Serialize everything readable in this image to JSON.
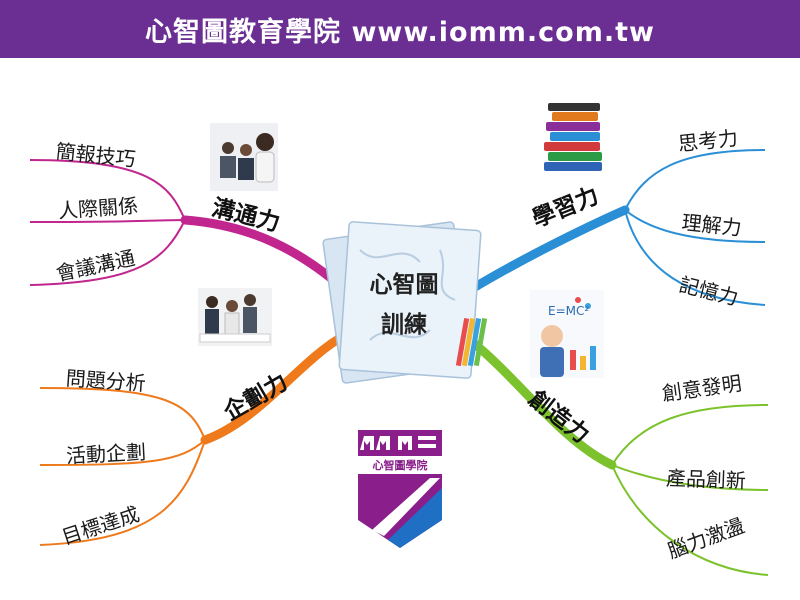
{
  "header": {
    "title": "心智圖教育學院 www.iomm.com.tw"
  },
  "center": {
    "line1": "心智圖",
    "line2": "訓練"
  },
  "branches": {
    "communication": {
      "label": "溝通力",
      "color": "#c0268e",
      "leaves": [
        "簡報技巧",
        "人際關係",
        "會議溝通"
      ]
    },
    "planning": {
      "label": "企劃力",
      "color": "#ee7a1c",
      "leaves": [
        "問題分析",
        "活動企劃",
        "目標達成"
      ]
    },
    "learning": {
      "label": "學習力",
      "color": "#2b8fd6",
      "leaves": [
        "思考力",
        "理解力",
        "記憶力"
      ]
    },
    "creativity": {
      "label": "創造力",
      "color": "#7cc22c",
      "leaves": [
        "創意發明",
        "產品創新",
        "腦力激盪"
      ]
    }
  },
  "logo": {
    "text": "心智圖學院",
    "primary_color": "#8a1f8c",
    "secondary_color": "#1f6fc4"
  },
  "formula_text": "E=MC²"
}
